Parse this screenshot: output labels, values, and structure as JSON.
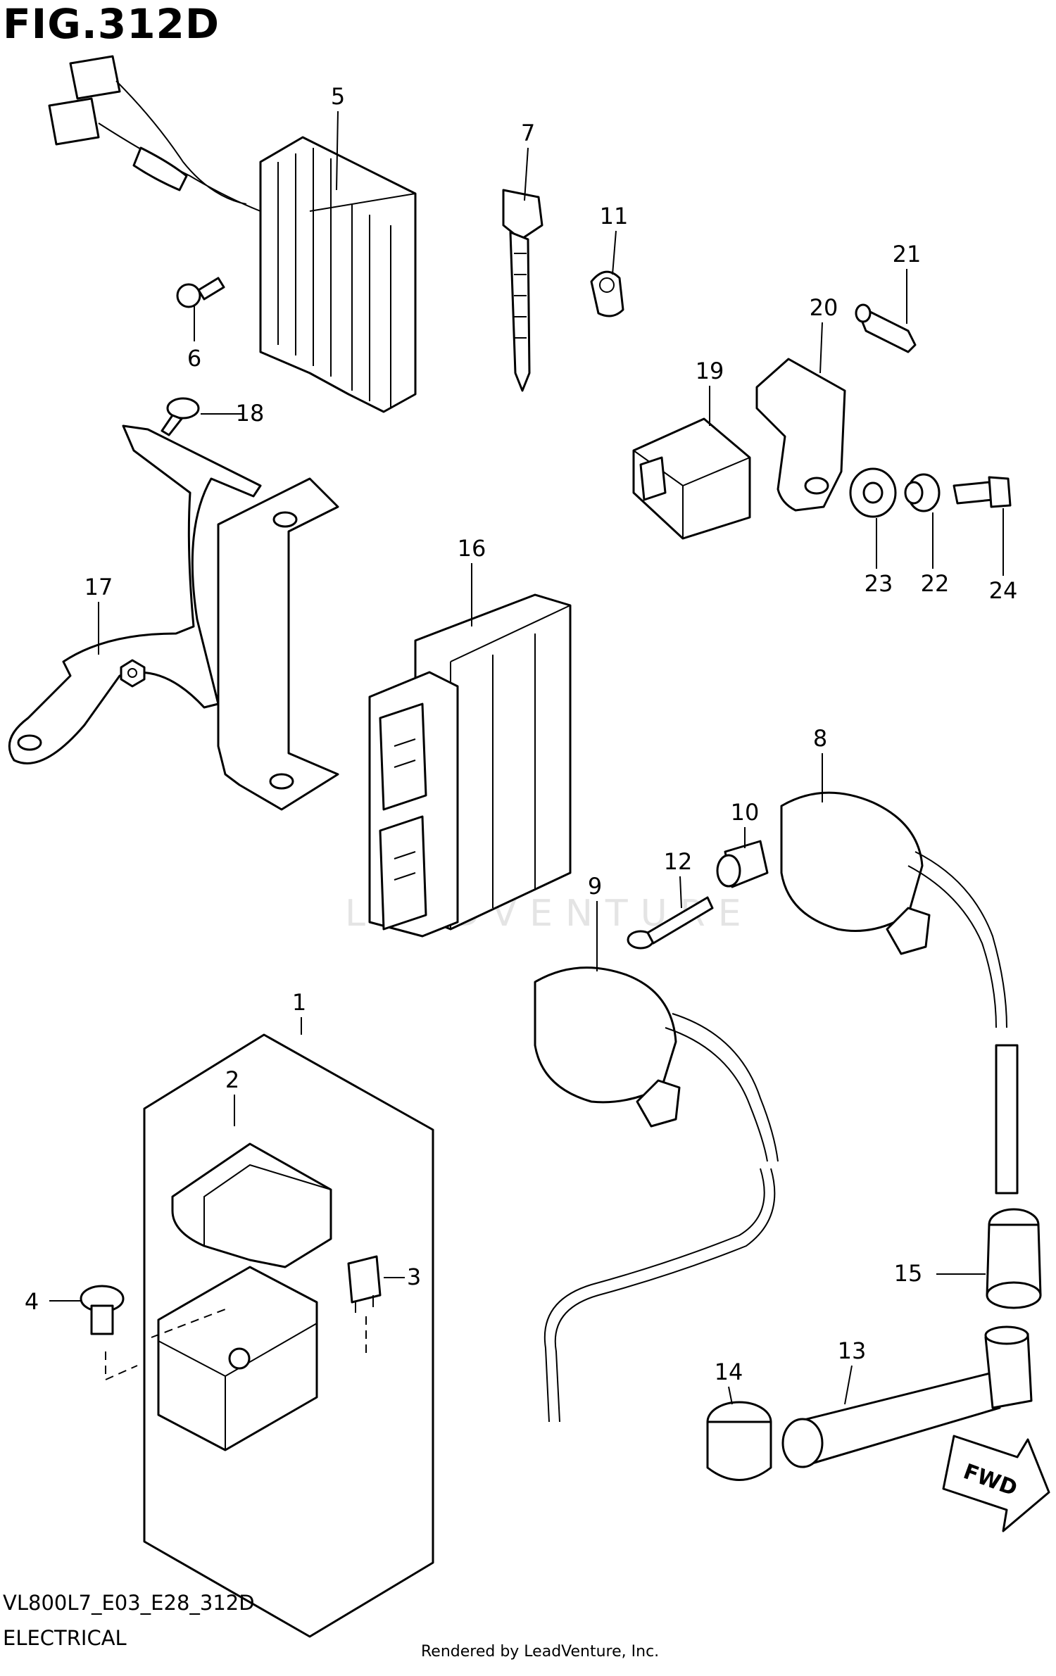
{
  "figure": {
    "title": "FIG.312D",
    "model_code": "VL800L7_E03_E28_312D",
    "section": "ELECTRICAL",
    "credit": "Rendered by LeadVenture, Inc.",
    "watermark": "LEADVENTURE",
    "fwd_label": "FWD"
  },
  "callouts": [
    "1",
    "2",
    "3",
    "4",
    "5",
    "6",
    "7",
    "8",
    "9",
    "10",
    "11",
    "12",
    "13",
    "14",
    "15",
    "16",
    "17",
    "18",
    "19",
    "20",
    "21",
    "22",
    "23",
    "24"
  ]
}
